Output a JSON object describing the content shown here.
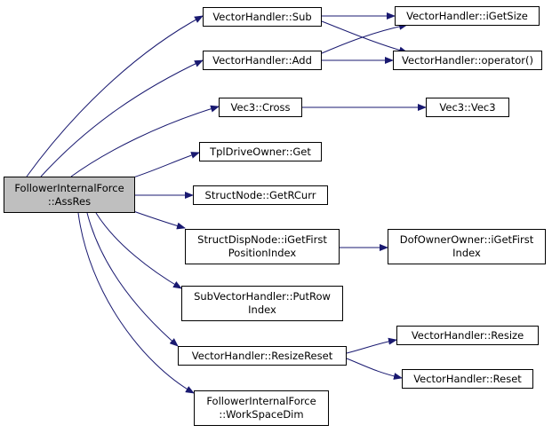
{
  "graph": {
    "edge_color": "#191970",
    "nodes": {
      "root": {
        "lines": [
          "FollowerInternalForce",
          "::AssRes"
        ]
      },
      "sub": {
        "lines": [
          "VectorHandler::Sub"
        ]
      },
      "add": {
        "lines": [
          "VectorHandler::Add"
        ]
      },
      "igetsize": {
        "lines": [
          "VectorHandler::iGetSize"
        ]
      },
      "operator": {
        "lines": [
          "VectorHandler::operator()"
        ]
      },
      "cross": {
        "lines": [
          "Vec3::Cross"
        ]
      },
      "vec3": {
        "lines": [
          "Vec3::Vec3"
        ]
      },
      "tplget": {
        "lines": [
          "TplDriveOwner::Get"
        ]
      },
      "getrcurr": {
        "lines": [
          "StructNode::GetRCurr"
        ]
      },
      "igetfirst": {
        "lines": [
          "StructDispNode::iGetFirst",
          "PositionIndex"
        ]
      },
      "dofowner": {
        "lines": [
          "DofOwnerOwner::iGetFirst",
          "Index"
        ]
      },
      "putrow": {
        "lines": [
          "SubVectorHandler::PutRow",
          "Index"
        ]
      },
      "resizereset": {
        "lines": [
          "VectorHandler::ResizeReset"
        ]
      },
      "resize": {
        "lines": [
          "VectorHandler::Resize"
        ]
      },
      "reset": {
        "lines": [
          "VectorHandler::Reset"
        ]
      },
      "workspace": {
        "lines": [
          "FollowerInternalForce",
          "::WorkSpaceDim"
        ]
      }
    }
  }
}
